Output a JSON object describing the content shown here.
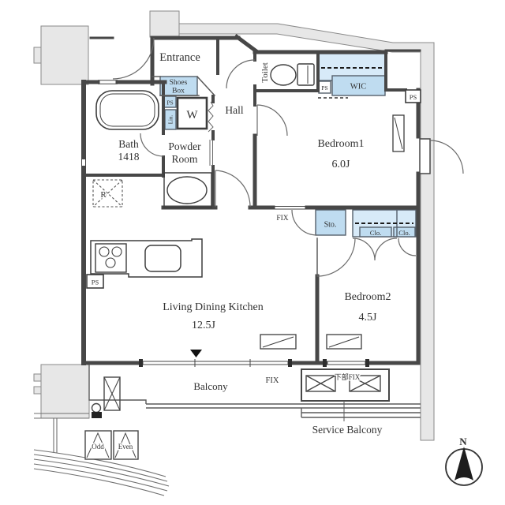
{
  "plan_title": "apartment-floor-plan",
  "colors": {
    "storage_fill": "#bfdcf0",
    "storage_fill_light": "#d7eaf8",
    "exterior_fill": "#e7e7e7",
    "wall": "#474747",
    "text": "#323232"
  },
  "rooms": {
    "entrance": "Entrance",
    "hall": "Hall",
    "toilet": "Toilet",
    "bath": {
      "name": "Bath",
      "size": "1418"
    },
    "powder_room": {
      "line1": "Powder",
      "line2": "Room"
    },
    "bedroom1": {
      "name": "Bedroom1",
      "size": "6.0J"
    },
    "bedroom2": {
      "name": "Bedroom2",
      "size": "4.5J"
    },
    "ldk": {
      "name": "Living Dining Kitchen",
      "size": "12.5J"
    },
    "balcony": "Balcony",
    "service_balcony": "Service Balcony"
  },
  "storage": {
    "shoes_box": {
      "line1": "Shoes",
      "line2": "Box"
    },
    "wic": "WIC",
    "sto": "Sto.",
    "clo": "Clo.",
    "lin": "Lin."
  },
  "annotations": {
    "ps": "PS",
    "fix": "FIX",
    "lower_fix": "下部FIX",
    "fridge": "R",
    "washer": "W",
    "odd": "Odd",
    "even": "Even",
    "north": "N"
  }
}
